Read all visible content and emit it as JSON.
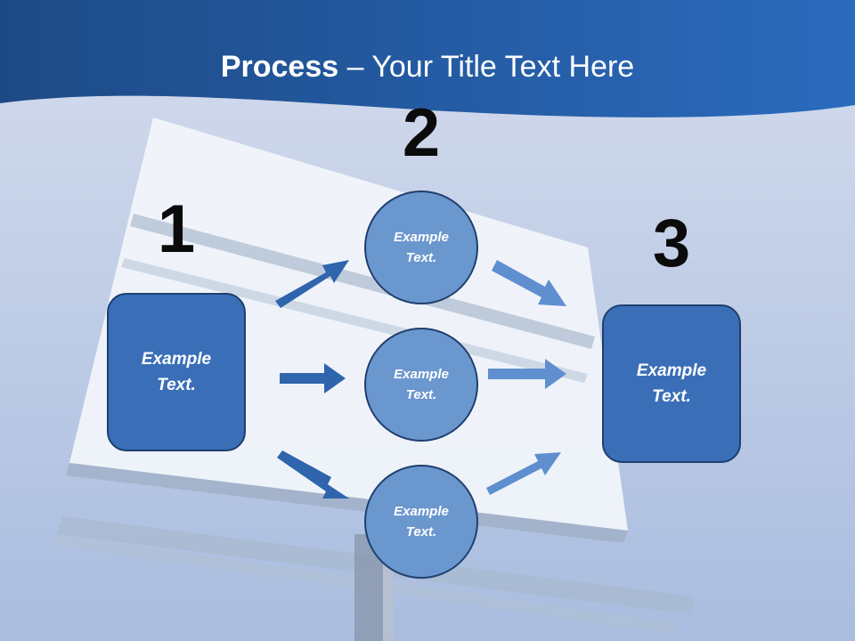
{
  "title": {
    "bold": "Process",
    "rest": " – Your Title Text Here"
  },
  "steps": [
    {
      "number": "1",
      "text_line1": "Example",
      "text_line2": "Text."
    },
    {
      "number": "2"
    },
    {
      "number": "3",
      "text_line1": "Example",
      "text_line2": "Text."
    }
  ],
  "circles": [
    {
      "line1": "Example",
      "line2": "Text."
    },
    {
      "line1": "Example",
      "line2": "Text."
    },
    {
      "line1": "Example",
      "line2": "Text."
    }
  ],
  "colors": {
    "header": "#1f4f8f",
    "box_fill": "#3a6fb8",
    "circle_fill": "#6b97cf",
    "arrow_dark": "#2f65ad",
    "arrow_light": "#5f8fcf",
    "sky": "#c3cfe2"
  }
}
